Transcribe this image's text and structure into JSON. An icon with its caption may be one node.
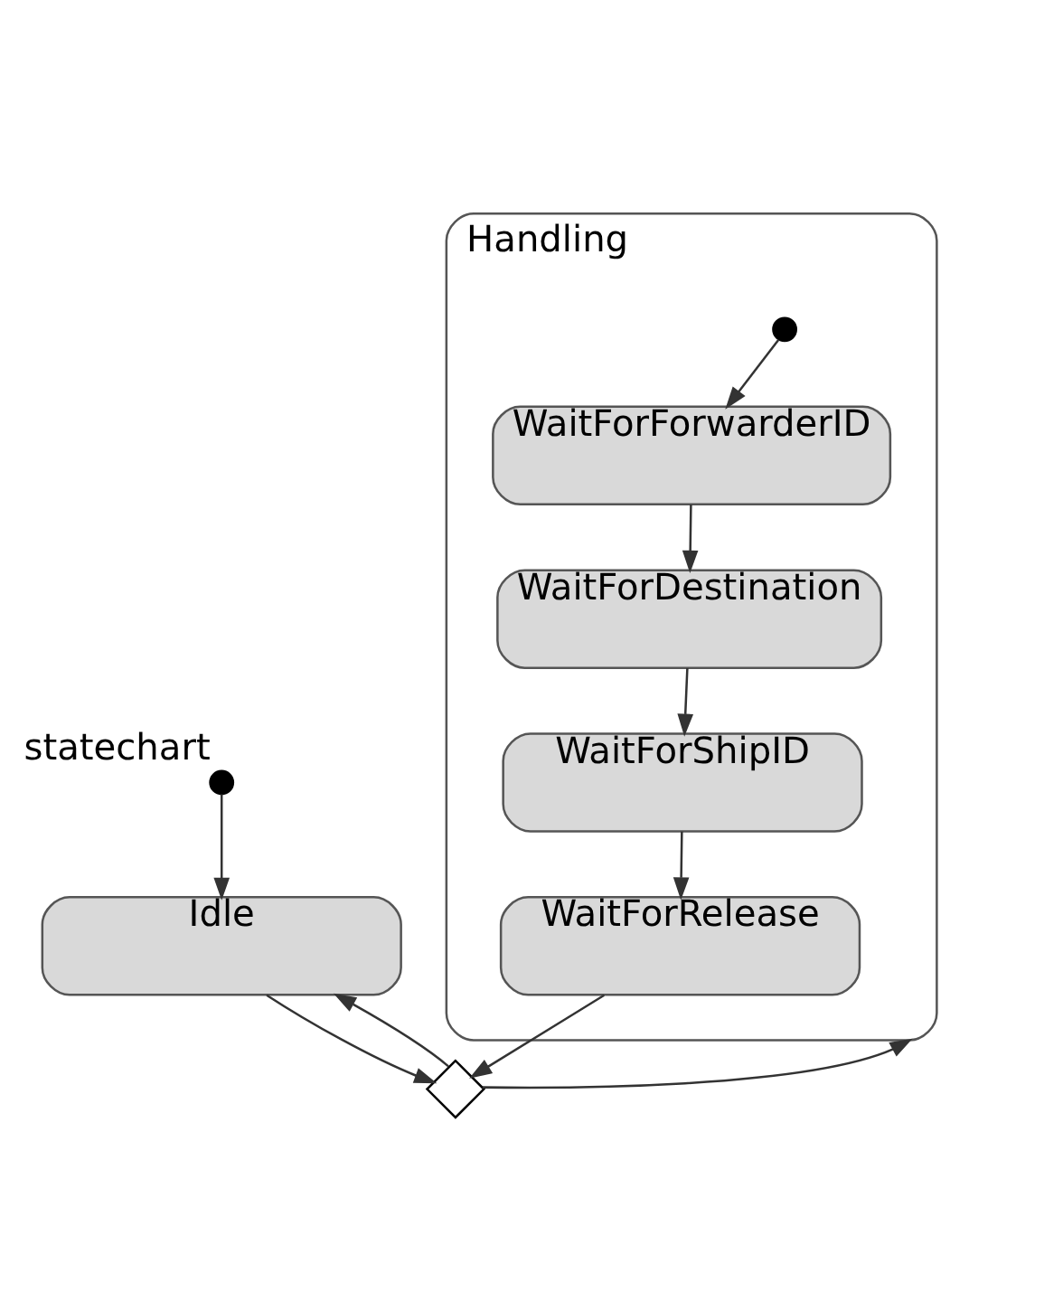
{
  "diagram": {
    "nodes": [
      {
        "text": [],
        "shape": "circle",
        "beside": [
          "statechart"
        ]
      },
      {
        "text": [
          "Idle"
        ]
      },
      {
        "text": [],
        "shape": "diamond"
      },
      {
        "text": [
          "Handling"
        ]
      },
      {
        "text": [],
        "shape": "circle",
        "in": 3
      },
      {
        "text": [
          "WaitForForwarderID"
        ],
        "in": 3
      },
      {
        "text": [
          "WaitForDestination"
        ],
        "in": 3
      },
      {
        "text": [
          "WaitForShipID"
        ],
        "in": 3
      },
      {
        "text": [
          "WaitForRelease"
        ],
        "in": 3
      }
    ],
    "edges": [
      {
        "from": 0,
        "to": 1,
        "arrow": "to"
      },
      {
        "from": 1,
        "to": 2,
        "arrow": "to"
      },
      {
        "from": 2,
        "to": 1,
        "arrow": "to"
      },
      {
        "from": 2,
        "to": 3,
        "arrow": "to"
      },
      {
        "from": 4,
        "to": 5,
        "arrow": "to"
      },
      {
        "from": 5,
        "to": 6,
        "arrow": "to"
      },
      {
        "from": 6,
        "to": 7,
        "arrow": "to"
      },
      {
        "from": 7,
        "to": 8,
        "arrow": "to"
      },
      {
        "from": 8,
        "to": 2,
        "arrow": "to"
      }
    ]
  }
}
